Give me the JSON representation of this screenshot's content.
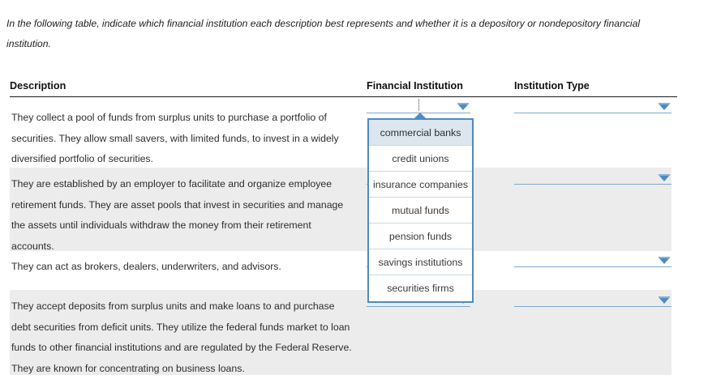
{
  "intro": {
    "text": "In the following table, indicate which financial institution each description best represents and whether it is a depository or nondepository financial institution."
  },
  "table": {
    "headers": [
      "Description",
      "Financial Institution",
      "Institution Type"
    ],
    "rows": [
      {
        "description": "They collect a pool of funds from surplus units to purchase a portfolio of securities. They allow small savers, with limited funds, to invest in a widely diversified portfolio of securities.",
        "financial_institution_value": "",
        "institution_type_value": "",
        "shaded": false
      },
      {
        "description": "They are established by an employer to facilitate and organize employee retirement funds. They are asset pools that invest in securities and manage the assets until individuals withdraw the money from their retirement accounts.",
        "financial_institution_value": "",
        "institution_type_value": "",
        "shaded": true
      },
      {
        "description": "They can act as brokers, dealers, underwriters, and advisors.",
        "financial_institution_value": "",
        "institution_type_value": "",
        "shaded": false
      },
      {
        "description": "They accept deposits from surplus units and make loans to and purchase debt securities from deficit units. They utilize the federal funds market to loan funds to other financial institutions and are regulated by the Federal Reserve. They are known for concentrating on business loans.",
        "financial_institution_value": "",
        "institution_type_value": "",
        "shaded": true
      }
    ]
  },
  "dropdown": {
    "open": true,
    "belongs_to_row": 1,
    "belongs_to_column": "Financial Institution",
    "highlighted_index": 0,
    "options": [
      "commercial banks",
      "credit unions",
      "insurance companies",
      "mutual funds",
      "pension funds",
      "savings institutions",
      "securities firms"
    ]
  },
  "colors": {
    "accent_blue": "#4f8bc0",
    "underline_blue": "#7fa8cf",
    "row_shade": "#ececec",
    "option_highlight": "#dce6ee",
    "header_rule": "#1a1a1a"
  }
}
